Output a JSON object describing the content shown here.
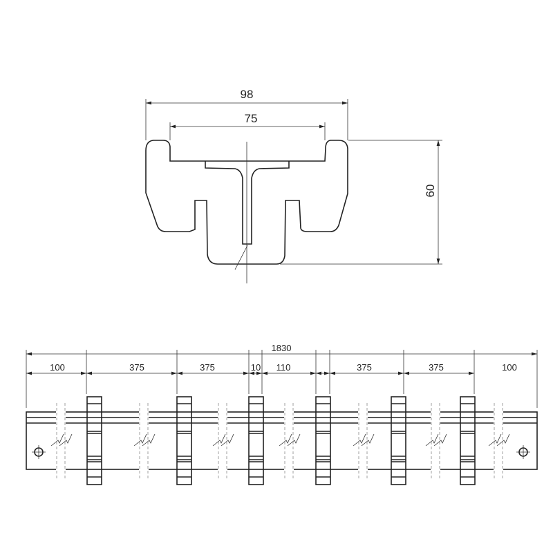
{
  "profile_dims": {
    "width_outer": "98",
    "width_inner": "75",
    "height": "60"
  },
  "rail_dims": {
    "total": "1830",
    "segments": [
      "100",
      "375",
      "375",
      "10",
      "110",
      "375",
      "375",
      "100"
    ]
  },
  "colors": {
    "line": "#222222",
    "background": "#ffffff"
  }
}
